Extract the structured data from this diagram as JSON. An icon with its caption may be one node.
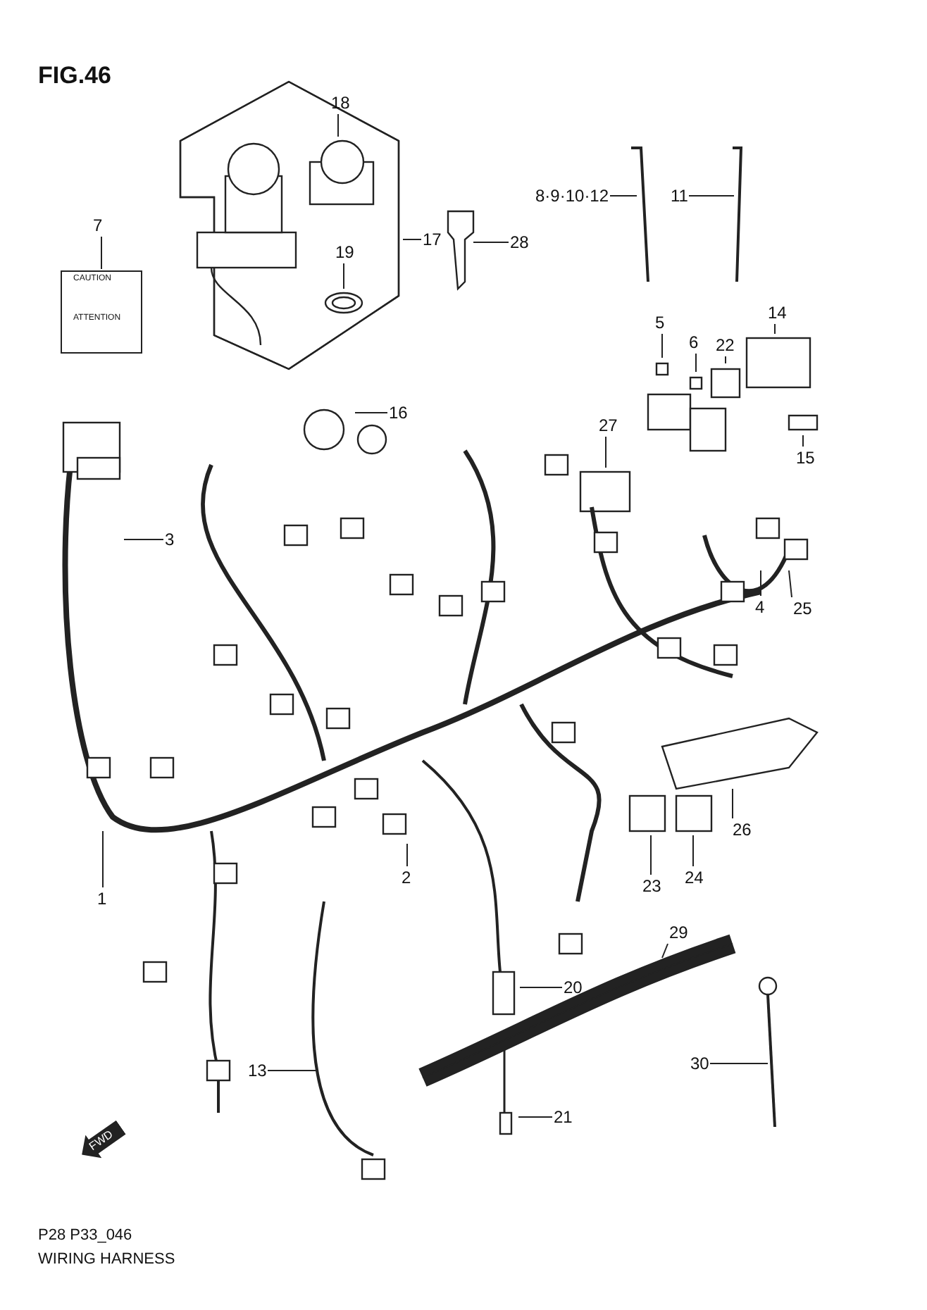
{
  "diagram": {
    "title": "FIG.46",
    "caption": "WIRING HARNESS",
    "nodes": [
      {
        "text": [
          "7"
        ]
      },
      {
        "text": [
          "CAUTION",
          "ATTENTION"
        ]
      },
      {
        "text": [
          "18"
        ]
      },
      {
        "text": [
          "17"
        ]
      },
      {
        "text": [
          "19"
        ]
      },
      {
        "text": [
          "28"
        ]
      },
      {
        "text": [
          "8·9·10·12"
        ]
      },
      {
        "text": [
          "11"
        ]
      },
      {
        "text": [
          "5"
        ]
      },
      {
        "text": [
          "6"
        ]
      },
      {
        "text": [
          "14"
        ]
      },
      {
        "text": [
          "22"
        ]
      },
      {
        "text": [
          "16"
        ]
      },
      {
        "text": [
          "15"
        ]
      },
      {
        "text": [
          "27"
        ]
      },
      {
        "text": [
          "3"
        ]
      },
      {
        "text": [
          "25"
        ]
      },
      {
        "text": [
          "4"
        ]
      },
      {
        "text": [
          "26"
        ]
      },
      {
        "text": [
          "23"
        ]
      },
      {
        "text": [
          "24"
        ]
      },
      {
        "text": [
          "1"
        ]
      },
      {
        "text": [
          "2"
        ]
      },
      {
        "text": [
          "20"
        ]
      },
      {
        "text": [
          "29"
        ]
      },
      {
        "text": [
          "13"
        ]
      },
      {
        "text": [
          "30"
        ]
      },
      {
        "text": [
          "21"
        ]
      }
    ],
    "edges": [
      {
        "from": 0,
        "to": 1,
        "arrow": "none"
      },
      {
        "from": 2,
        "to": null,
        "arrow": "none"
      },
      {
        "from": 3,
        "to": null,
        "arrow": "none"
      },
      {
        "from": 4,
        "to": null,
        "arrow": "none"
      },
      {
        "from": 5,
        "to": null,
        "arrow": "none"
      },
      {
        "from": 6,
        "to": null,
        "arrow": "none"
      },
      {
        "from": 7,
        "to": null,
        "arrow": "none"
      },
      {
        "from": 8,
        "to": null,
        "arrow": "none"
      },
      {
        "from": 9,
        "to": null,
        "arrow": "none"
      },
      {
        "from": 10,
        "to": null,
        "arrow": "none"
      },
      {
        "from": 11,
        "to": null,
        "arrow": "none"
      },
      {
        "from": 12,
        "to": null,
        "arrow": "none"
      },
      {
        "from": 13,
        "to": null,
        "arrow": "none"
      },
      {
        "from": 14,
        "to": null,
        "arrow": "none"
      },
      {
        "from": 15,
        "to": null,
        "arrow": "none"
      },
      {
        "from": 16,
        "to": null,
        "arrow": "none"
      },
      {
        "from": 17,
        "to": null,
        "arrow": "none"
      },
      {
        "from": 18,
        "to": null,
        "arrow": "none"
      },
      {
        "from": 19,
        "to": null,
        "arrow": "none"
      },
      {
        "from": 20,
        "to": null,
        "arrow": "none"
      },
      {
        "from": 21,
        "to": null,
        "arrow": "none"
      },
      {
        "from": 22,
        "to": null,
        "arrow": "none"
      },
      {
        "from": 23,
        "to": null,
        "arrow": "none"
      },
      {
        "from": 24,
        "to": null,
        "arrow": "none"
      },
      {
        "from": 25,
        "to": null,
        "arrow": "none"
      },
      {
        "from": 26,
        "to": null,
        "arrow": "none"
      },
      {
        "from": 27,
        "to": null,
        "arrow": "none"
      }
    ],
    "labels": [
      "FWD",
      "P28 P33_046"
    ]
  }
}
